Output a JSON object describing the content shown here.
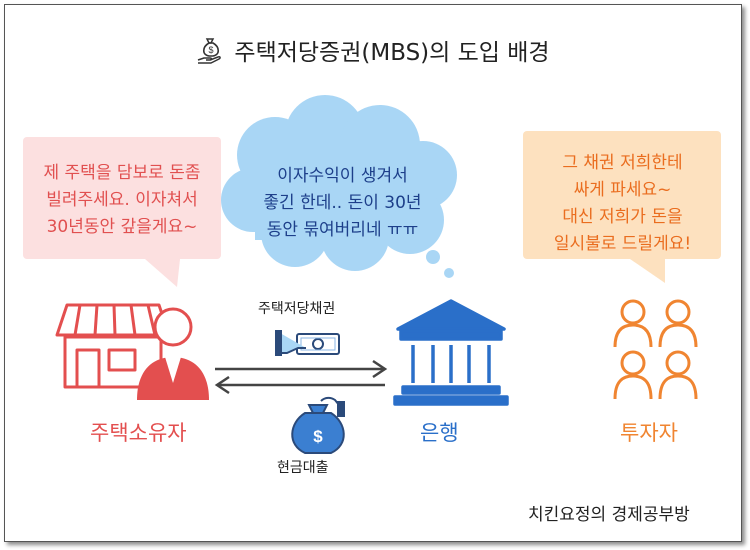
{
  "title": "주택저당증권(MBS)의 도입 배경",
  "bubbles": {
    "owner": "제 주택을 담보로 돈좀\n빌려주세요. 이자쳐서\n30년동안 갚을게요~",
    "bank": "이자수익이 생겨서\n좋긴 한데.. 돈이 30년\n동안 묶여버리네 ㅠㅠ",
    "investor": "그 채권 저희한테\n싸게 파세요~\n대신 저희가 돈을\n일시불로 드릴게요!"
  },
  "actors": {
    "owner": "주택소유자",
    "bank": "은행",
    "investor": "투자자"
  },
  "flows": {
    "mbs": "주택저당채권",
    "loan": "현금대출"
  },
  "credit": "치킨요정의 경제공부방",
  "colors": {
    "owner": "#e34f4f",
    "owner_bubble": "#fce0e0",
    "bank": "#2a6fc9",
    "bank_bubble": "#a9d6f5",
    "investor": "#f08531",
    "investor_bubble": "#fde1bf"
  },
  "icons": [
    "money-hand-icon",
    "store-icon",
    "person-icon",
    "bank-icon",
    "investors-icon",
    "cash-hand-icon",
    "money-bag-icon"
  ]
}
